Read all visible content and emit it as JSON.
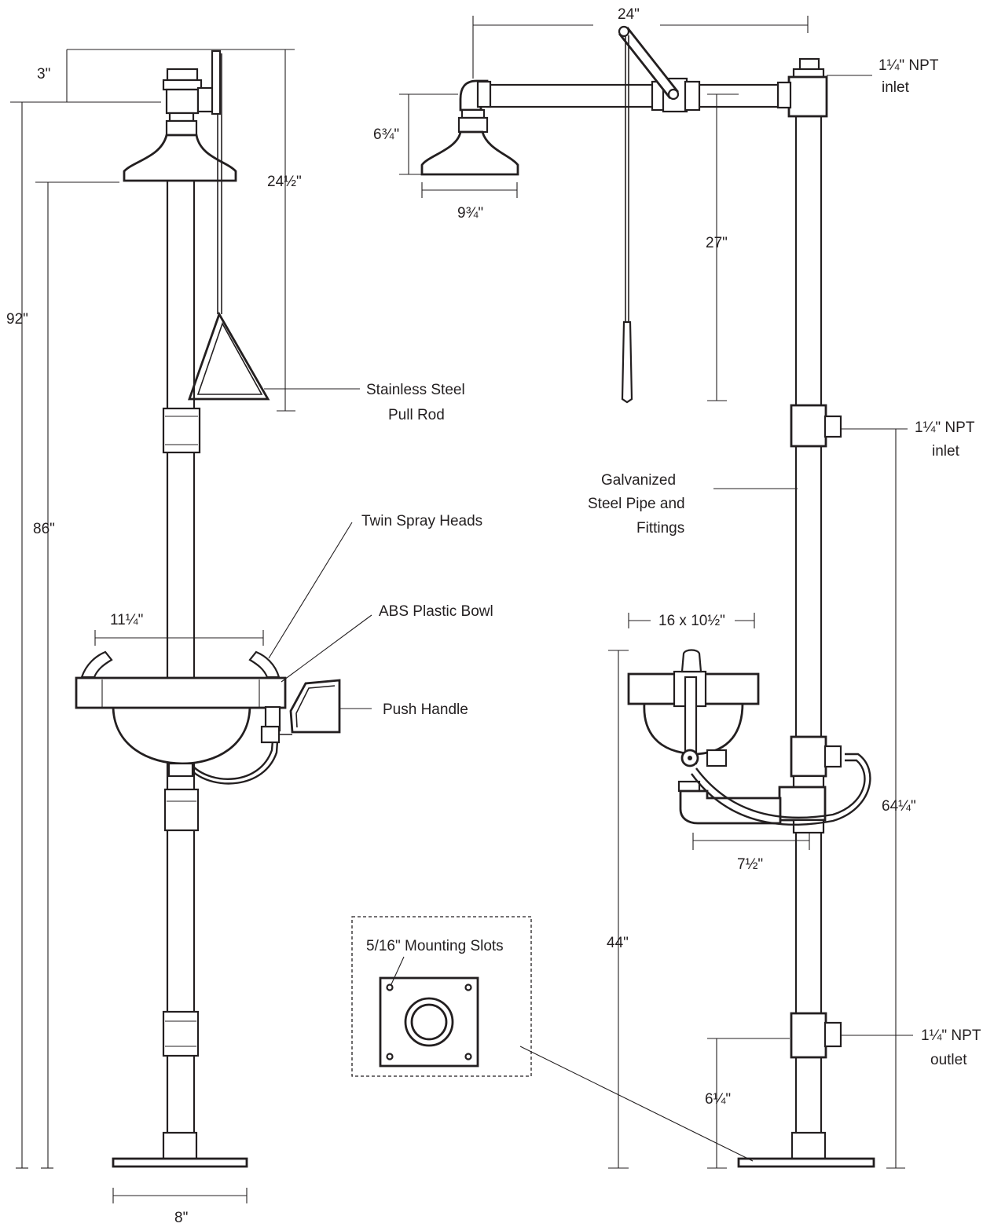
{
  "front_view": {
    "dimensions": {
      "head_offset": "3\"",
      "overall_height": "92\"",
      "head_clearance": "86\"",
      "pull_rod_length": "24½\"",
      "bowl_width": "11¼\"",
      "base_width": "8\""
    },
    "callouts": {
      "pull_rod_line1": "Stainless Steel",
      "pull_rod_line2": "Pull Rod",
      "spray_heads": "Twin Spray Heads",
      "bowl": "ABS Plastic Bowl",
      "push_handle": "Push Handle"
    }
  },
  "side_view": {
    "dimensions": {
      "arm_length": "24\"",
      "head_height": "6¾\"",
      "head_diameter": "9¾\"",
      "rod_drop": "27\"",
      "bowl_size": "16 x 10½\"",
      "bowl_offset": "7½\"",
      "bowl_height": "44\"",
      "inlet_height": "64¼\"",
      "outlet_height": "6¼\""
    },
    "callouts": {
      "top_inlet_line1": "1¼\" NPT",
      "top_inlet_line2": "inlet",
      "mid_inlet_line1": "1¼\" NPT",
      "mid_inlet_line2": "inlet",
      "pipe_line1": "Galvanized",
      "pipe_line2": "Steel Pipe and",
      "pipe_line3": "Fittings",
      "outlet_line1": "1¼\" NPT",
      "outlet_line2": "outlet"
    }
  },
  "base_plate_detail": {
    "label": "5/16\" Mounting Slots"
  }
}
